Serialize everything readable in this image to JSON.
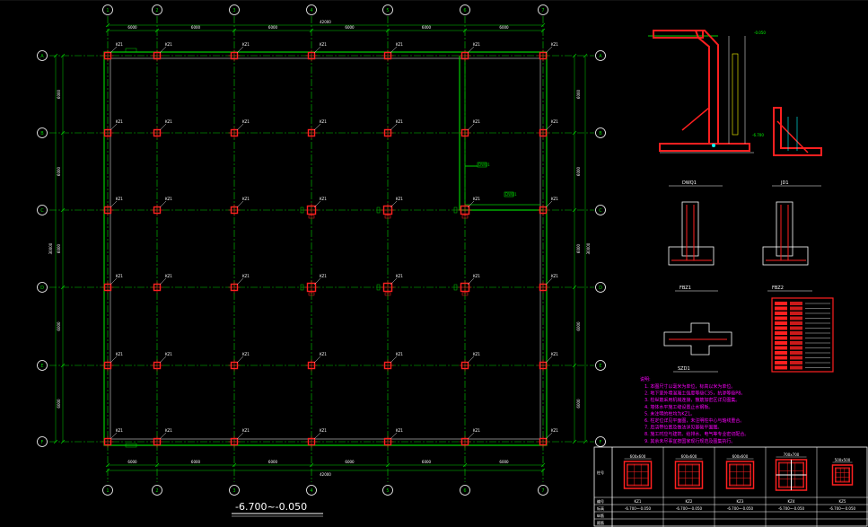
{
  "plan": {
    "title": "-6.700~-0.050",
    "grid_labels_x": [
      "1",
      "2",
      "3",
      "4",
      "5",
      "6",
      "7"
    ],
    "grid_labels_y": [
      "A",
      "B",
      "C",
      "D",
      "E",
      "F"
    ],
    "top_overall_dim": "42000",
    "top_span_dims": [
      "6000",
      "6000",
      "6000",
      "6000",
      "6000",
      "6000"
    ],
    "bottom_overall_dim": "42000",
    "bottom_span_dims": [
      "6000",
      "6000",
      "6000",
      "6000",
      "6000",
      "6000"
    ],
    "left_overall_dim": "30000",
    "left_span_dims": [
      "6000",
      "6000",
      "6000",
      "6000",
      "6000"
    ],
    "right_overall_dim": "30000",
    "right_span_dims": [
      "6000",
      "6000",
      "6000",
      "6000",
      "6000"
    ],
    "column_tag": "KZ1",
    "wall_tag": "DWQ1"
  },
  "details": {
    "wall_section_title": "DWQ1",
    "corner_section_title": "JD1",
    "pilaster1_title": "FBZ1",
    "pilaster2_title": "FBZ2",
    "waterstop_title": "SZD1",
    "elev_top": "-0.050",
    "elev_bottom": "-6.700"
  },
  "rebar_table": {
    "rows": 14
  },
  "notes": {
    "heading": "说明:",
    "lines": [
      "1. 本图尺寸以毫米为单位，标高以米为单位。",
      "2. 地下室外墙混凝土强度等级C35，抗渗等级P8。",
      "3. 柱纵筋采用机械连接，箍筋加密区详见图集。",
      "4. 墙体水平施工缝设置止水钢板。",
      "5. 未注明的柱均为KZ1。",
      "6. 柱定位详见平面图，未注明柱中心与轴线重合。",
      "7. 后浇带位置及做法详见基础平面图。",
      "8. 施工时应与建筑、给排水、电气等专业密切配合。",
      "9. 其余未尽事宜按国家现行规范及图集执行。"
    ]
  },
  "schedule": {
    "row_header": "柱号",
    "row_labels": [
      "编号",
      "标高",
      "纵筋",
      "箍筋"
    ],
    "columns": [
      {
        "name": "KZ1",
        "size": "600x600"
      },
      {
        "name": "KZ2",
        "size": "600x600"
      },
      {
        "name": "KZ3",
        "size": "600x600"
      },
      {
        "name": "KZ4",
        "size": "700x700"
      },
      {
        "name": "KZ5",
        "size": "500x500"
      }
    ],
    "elevation": "-6.700~-0.050"
  },
  "colors": {
    "background": "#000000",
    "grid": "#00cc00",
    "column": "#ff2020",
    "text": "#ffffff",
    "note": "#ff00ff",
    "accent": "#00ffff"
  }
}
